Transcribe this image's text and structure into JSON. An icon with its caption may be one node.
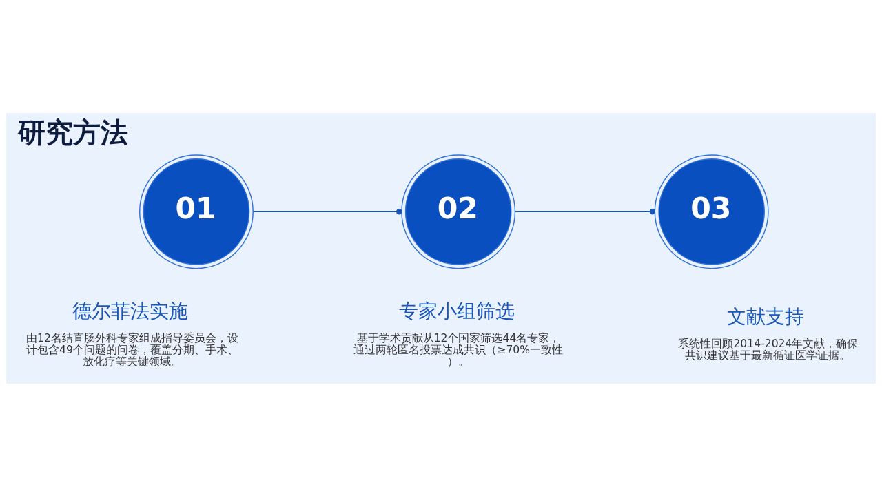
{
  "diagram": {
    "title": "研究方法",
    "nodes": [
      {
        "text": [
          "01"
        ],
        "beside": [
          "德尔菲法实施",
          "由12名结直肠外科专家组成指导委员会，设计包含49个问题的问卷，覆盖分期、手术、放化疗等关键领域。"
        ]
      },
      {
        "text": [
          "02"
        ],
        "beside": [
          "专家小组筛选",
          "基于学术贡献从12个国家筛选44名专家，通过两轮匿名投票达成共识（≥70%一致性）。"
        ]
      },
      {
        "text": [
          "03"
        ],
        "beside": [
          "文献支持",
          "系统性回顾2014-2024年文献，确保共识建议基于最新循证医学证据。"
        ]
      }
    ],
    "edges": [
      {
        "from": 0,
        "to": 1,
        "arrow": "other"
      },
      {
        "from": 1,
        "to": 2,
        "arrow": "other"
      }
    ]
  }
}
